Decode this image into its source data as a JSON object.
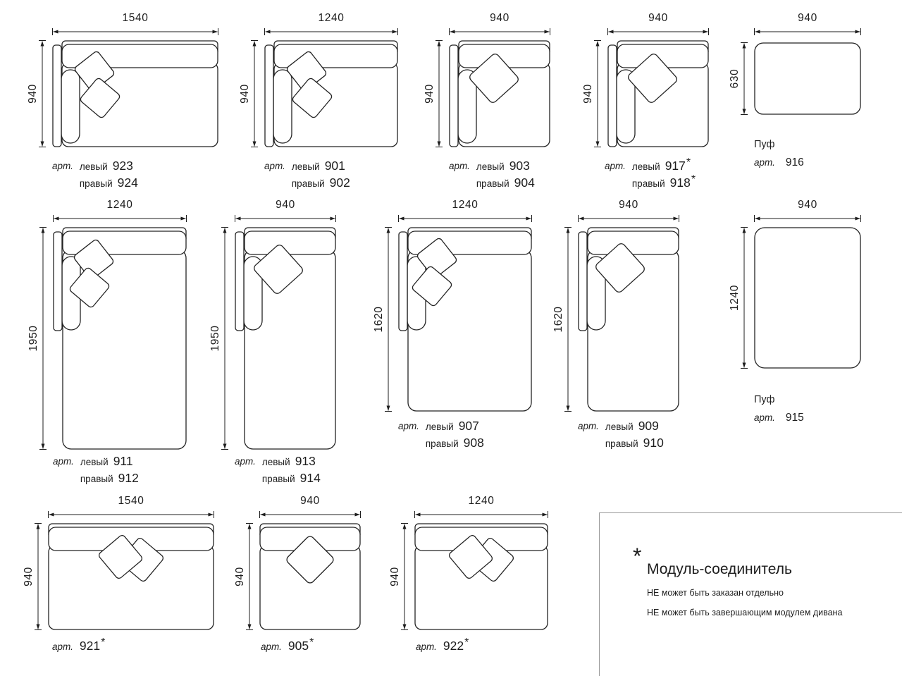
{
  "labels": {
    "art": "арт.",
    "left": "левый",
    "right": "правый"
  },
  "modules": [
    {
      "w": "1540",
      "h": "940",
      "left_num": "923",
      "right_num": "924",
      "star": ""
    },
    {
      "w": "1240",
      "h": "940",
      "left_num": "901",
      "right_num": "902",
      "star": ""
    },
    {
      "w": "940",
      "h": "940",
      "left_num": "903",
      "right_num": "904",
      "star": ""
    },
    {
      "w": "940",
      "h": "940",
      "left_num": "917",
      "right_num": "918",
      "star": "*"
    },
    {
      "w": "940",
      "h": "630",
      "name": "Пуф",
      "num": "916"
    },
    {
      "w": "1240",
      "h": "1950",
      "left_num": "911",
      "right_num": "912",
      "star": ""
    },
    {
      "w": "940",
      "h": "1950",
      "left_num": "913",
      "right_num": "914",
      "star": ""
    },
    {
      "w": "1240",
      "h": "1620",
      "left_num": "907",
      "right_num": "908",
      "star": ""
    },
    {
      "w": "940",
      "h": "1620",
      "left_num": "909",
      "right_num": "910",
      "star": ""
    },
    {
      "w": "940",
      "h": "1240",
      "name": "Пуф",
      "num": "915"
    },
    {
      "w": "1540",
      "h": "940",
      "num": "921",
      "star": "*"
    },
    {
      "w": "940",
      "h": "940",
      "num": "905",
      "star": "*"
    },
    {
      "w": "1240",
      "h": "940",
      "num": "922",
      "star": "*"
    }
  ],
  "legend": {
    "star": "*",
    "title": "Модуль-соединитель",
    "note1": "НЕ может быть заказан отдельно",
    "note2": "НЕ может быть завершающим модулем дивана"
  }
}
